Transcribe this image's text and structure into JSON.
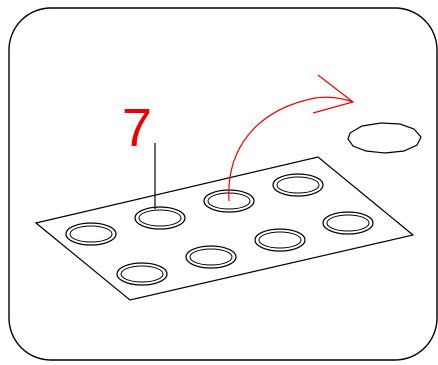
{
  "diagram": {
    "step_number": "7",
    "colors": {
      "line": "#000000",
      "accent": "#ee0000",
      "background": "#ffffff"
    },
    "tray": {
      "well_rows": 2,
      "well_columns": 4
    }
  }
}
